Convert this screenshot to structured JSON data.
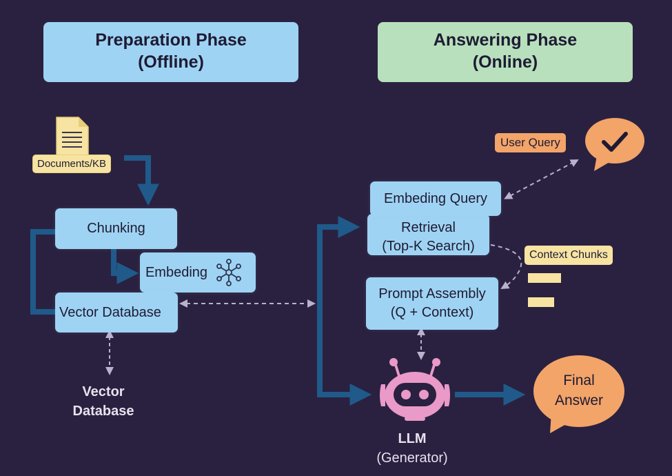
{
  "phases": {
    "preparation": {
      "title": "Preparation Phase",
      "subtitle": "(Offline)",
      "color": "#9fd3f3"
    },
    "answering": {
      "title": "Answering Phase",
      "subtitle": "(Online)",
      "color": "#b8e0bc"
    }
  },
  "preparation": {
    "documents": {
      "label": "Documents/KB",
      "icon": "document-icon"
    },
    "chunking": {
      "label": "Chunking"
    },
    "embeding": {
      "label": "Embeding",
      "icon": "network-nodes-icon"
    },
    "vector_db_box": {
      "label": "Vector Database"
    },
    "vector_db_caption": {
      "line1": "Vector",
      "line2": "Database"
    }
  },
  "answering": {
    "user_query": {
      "label": "User Query",
      "icon": "check-speech-bubble-icon"
    },
    "embeding_query": {
      "label": "Embeding Query"
    },
    "retrieval": {
      "line1": "Retrieval",
      "line2": "(Top-K Search)"
    },
    "context_chunks": {
      "label": "Context Chunks"
    },
    "prompt_assembly": {
      "line1": "Prompt Assembly",
      "line2": "(Q + Context)"
    },
    "llm": {
      "line1": "LLM",
      "line2": "(Generator)",
      "icon": "robot-icon"
    },
    "final_answer": {
      "line1": "Final",
      "line2": "Answer"
    }
  },
  "colors": {
    "background": "#2a2140",
    "box": "#9fd3f3",
    "flow_arrow": "#1f5a8a",
    "dashed_arrow": "#b9b2cc",
    "note_yellow": "#f7e4a2",
    "accent_orange": "#f3a469",
    "robot_pink": "#e99ac8"
  }
}
